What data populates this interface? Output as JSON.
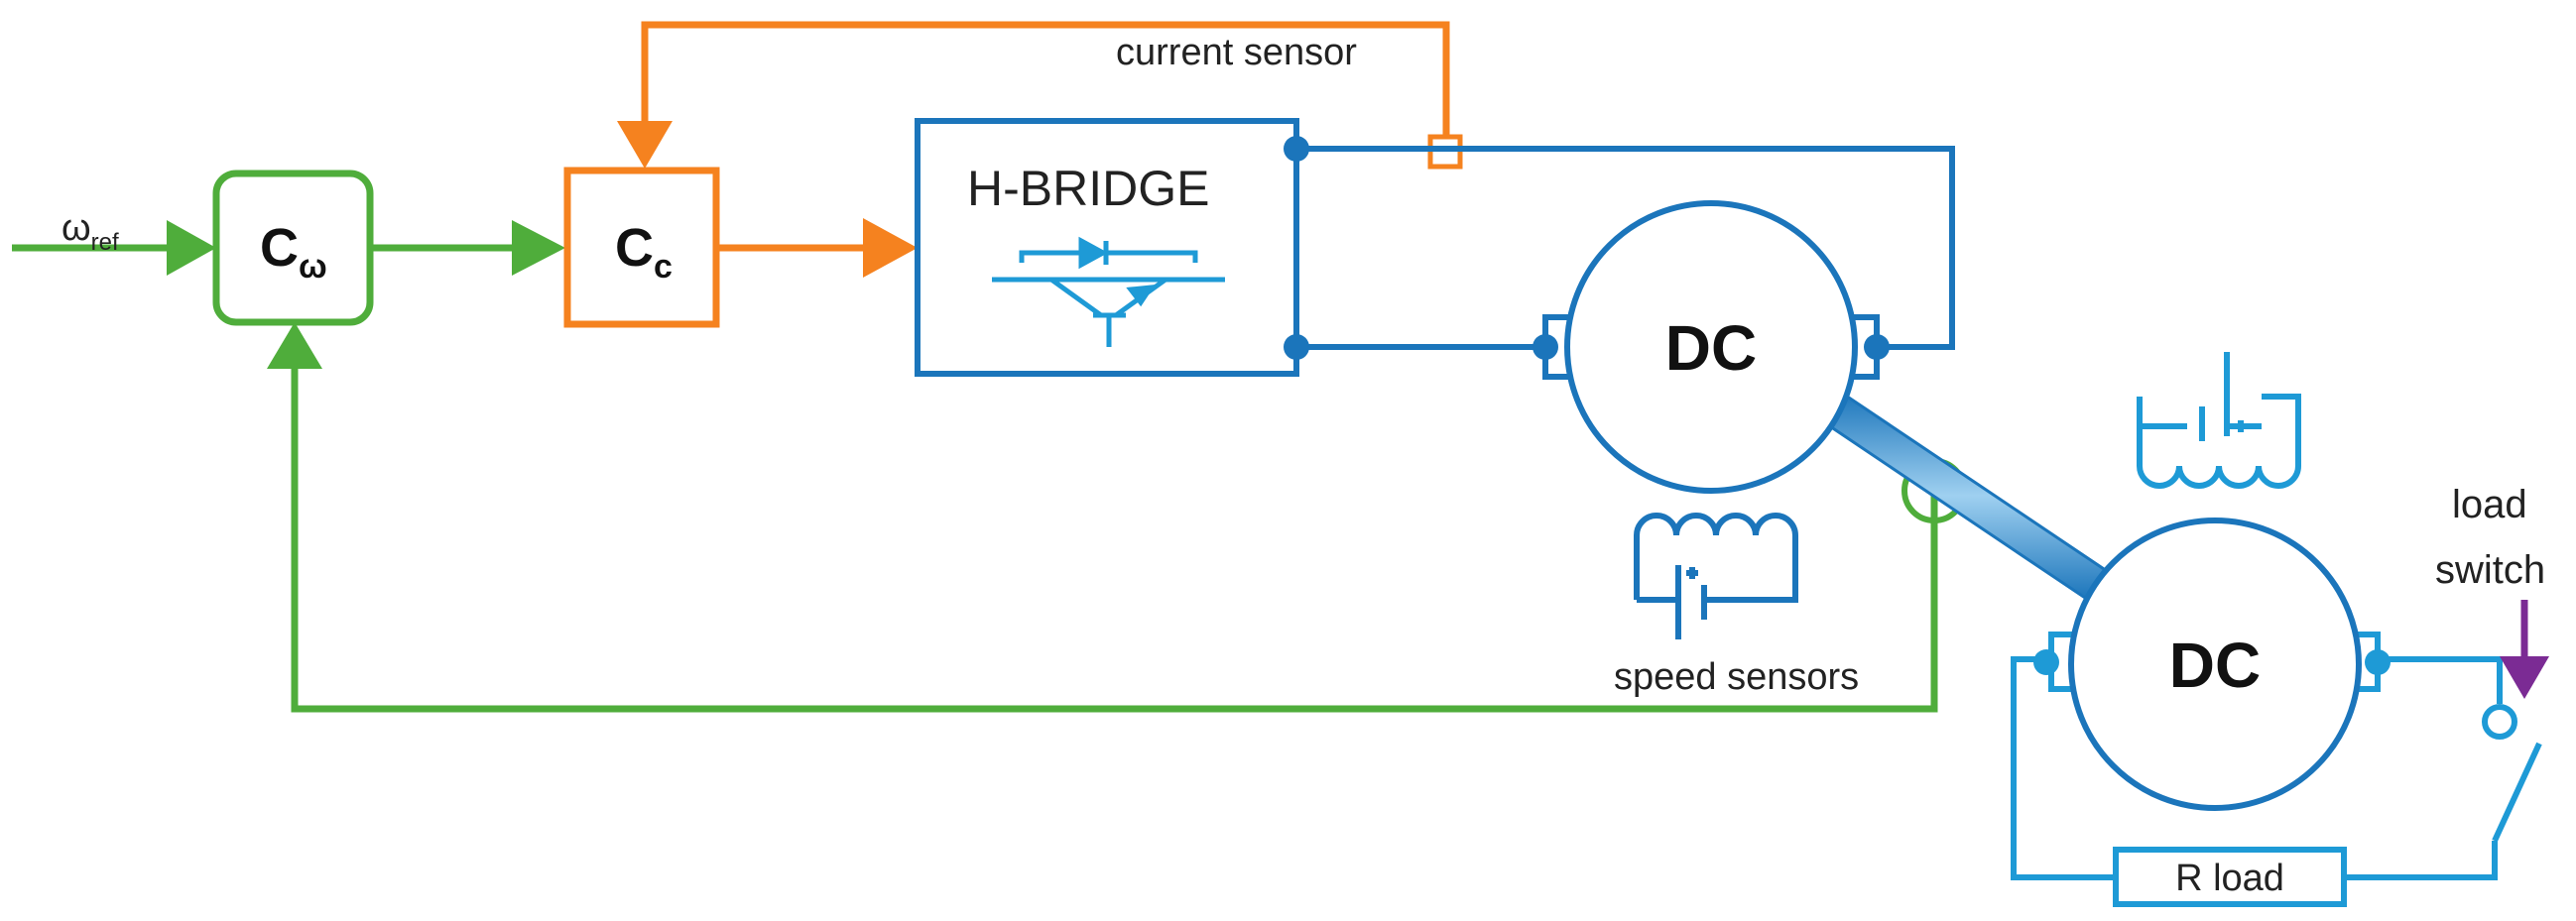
{
  "colors": {
    "speed_loop": "#4fad3b",
    "current_loop": "#f5821f",
    "power": "#1b75bb",
    "load": "#1e9ad6",
    "switch_arrow": "#7b2b94",
    "text": "#222222"
  },
  "labels": {
    "omega_ref_main": "ω",
    "omega_ref_sub": "ref",
    "c_omega_main": "C",
    "c_omega_sub": "ω",
    "c_c_main": "C",
    "c_c_sub": "c",
    "h_bridge": "H-BRIDGE",
    "current_sensor": "current sensor",
    "motor1": "DC",
    "motor2": "DC",
    "speed_sensors": "speed sensors",
    "load_switch_line1": "load",
    "load_switch_line2": "switch",
    "r_load": "R load"
  },
  "icons": {
    "h_bridge_symbol": "transistor-diode-icon",
    "field_winding_1": "field-winding-battery-icon",
    "field_winding_2": "field-winding-battery-icon"
  }
}
